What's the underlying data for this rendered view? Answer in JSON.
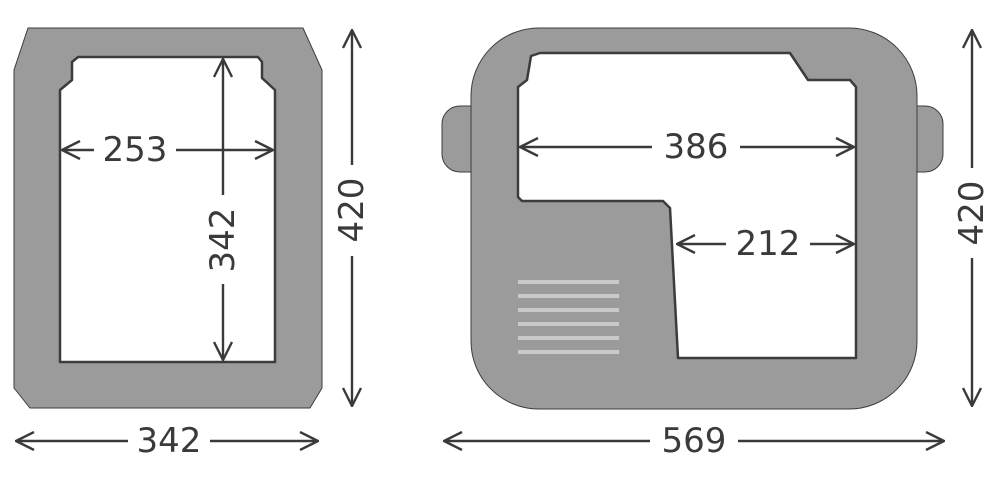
{
  "colors": {
    "body": "#9b9b9b",
    "outline": "#3c3c3c",
    "inner": "#ffffff",
    "vent": "#c9c9c9",
    "dimension": "#3a3a3a"
  },
  "side_view": {
    "inner_width_label": "253",
    "inner_height_label": "342",
    "outer_height_label": "420",
    "outer_width_label": "342"
  },
  "front_view": {
    "inner_width_label": "386",
    "inner_step_label": "212",
    "outer_height_label": "420",
    "outer_width_label": "569"
  }
}
